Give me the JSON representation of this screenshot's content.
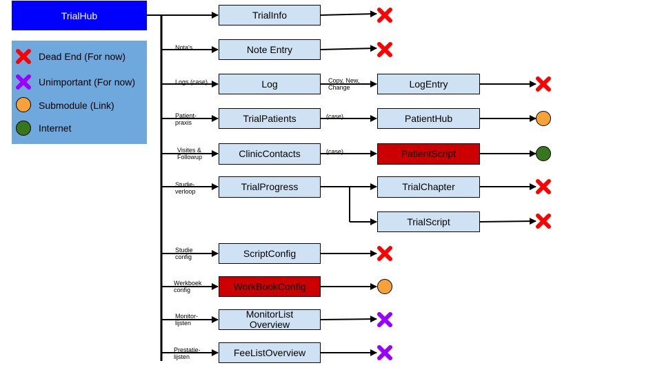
{
  "root": {
    "label": "TrialHub"
  },
  "legend": [
    {
      "icon": "red-cross",
      "label": "Dead End (For now)"
    },
    {
      "icon": "purple-cross",
      "label": "Unimportant (For now)"
    },
    {
      "icon": "orange-circle",
      "label": "Submodule (Link)"
    },
    {
      "icon": "green-circle",
      "label": "Internet"
    }
  ],
  "colors": {
    "root": "#0000ff",
    "legend_bg": "#6fa8dc",
    "node": "#cfe2f3",
    "node_highlight": "#cc0000",
    "dead_end": "#ff0000",
    "unimportant": "#9900ff",
    "submodule": "#f6a13a",
    "internet": "#38761d"
  },
  "nodes": [
    {
      "label": "TrialInfo",
      "edge": ""
    },
    {
      "label": "Note Entry",
      "edge": "Nota's"
    },
    {
      "label": "Log",
      "edge": "Logs (case)"
    },
    {
      "label": "TrialPatients",
      "edge": "Patient-\npraxis"
    },
    {
      "label": "ClinicContacts",
      "edge": "Visites &\nFollowup"
    },
    {
      "label": "TrialProgress",
      "edge": "Studie-\nverloop"
    },
    {
      "label": "ScriptConfig",
      "edge": "Studie\nconfig"
    },
    {
      "label": "WorkBookConfig",
      "edge": "Werkboek\nconfig"
    },
    {
      "label": "MonitorList Overview",
      "edge": "Monitor-\nlijsten"
    },
    {
      "label": "FeeListOverview",
      "edge": "Prestatie-\nlijsten"
    }
  ],
  "children": [
    {
      "label": "LogEntry",
      "edge": "Copy, New,\nChange"
    },
    {
      "label": "PatientHub",
      "edge": "(case)"
    },
    {
      "label": "PatientScript",
      "edge": "(case)"
    },
    {
      "label": "TrialChapter",
      "edge": ""
    },
    {
      "label": "TrialScript",
      "edge": ""
    }
  ],
  "endpoints": [
    {
      "of": "TrialInfo",
      "icon": "red-cross"
    },
    {
      "of": "Note Entry",
      "icon": "red-cross"
    },
    {
      "of": "LogEntry",
      "icon": "red-cross"
    },
    {
      "of": "PatientHub",
      "icon": "orange-circle"
    },
    {
      "of": "PatientScript",
      "icon": "green-circle"
    },
    {
      "of": "TrialChapter",
      "icon": "red-cross"
    },
    {
      "of": "TrialScript",
      "icon": "red-cross"
    },
    {
      "of": "ScriptConfig",
      "icon": "red-cross"
    },
    {
      "of": "WorkBookConfig",
      "icon": "orange-circle"
    },
    {
      "of": "MonitorList Overview",
      "icon": "purple-cross"
    },
    {
      "of": "FeeListOverview",
      "icon": "purple-cross"
    }
  ]
}
